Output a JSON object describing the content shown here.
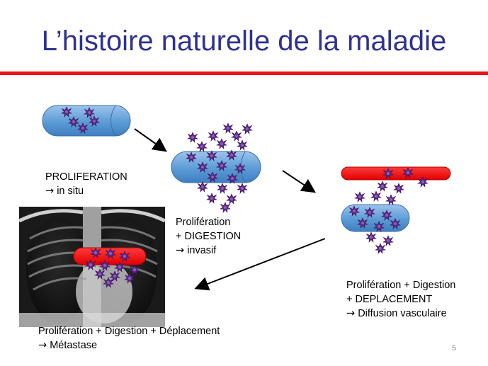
{
  "slide": {
    "title": "L’histoire naturelle de la maladie",
    "page_number": "5"
  },
  "colors": {
    "title": "#2e3192",
    "rule": "#e8141b",
    "vessel_blue": "#5b9bd5",
    "vessel_red": "#ff0000",
    "cell_purple": "#5a2a82"
  },
  "icons": [
    "tumor-cell-icon",
    "blood-vessel-icon",
    "arrow-icon",
    "chest-xray-image"
  ],
  "captions": {
    "stage1": {
      "line1": "PROLIFERATION",
      "arrow": "→",
      "line2": "in situ"
    },
    "stage2": {
      "line1": "Prolifération",
      "line2": "+ DIGESTION",
      "arrow": "→",
      "line3": "invasif"
    },
    "stage3": {
      "line1": "Prolifération + Digestion",
      "line2": "+ DEPLACEMENT",
      "arrow": "→",
      "line3": "Diffusion vasculaire"
    },
    "stage4": {
      "line1": "Prolifération + Digestion + Déplacement",
      "arrow": "→",
      "line2": "Métastase"
    }
  }
}
